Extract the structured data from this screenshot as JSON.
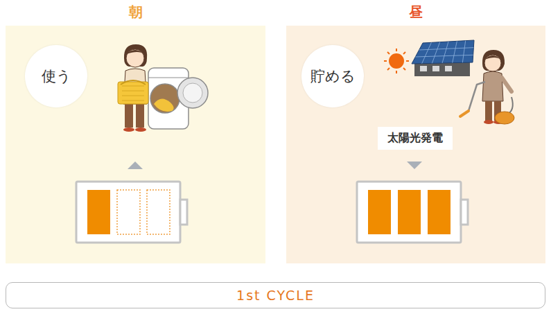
{
  "diagram": {
    "nodes": [
      {
        "text": [
          "朝"
        ]
      },
      {
        "text": [
          "使う"
        ],
        "in": 0
      },
      {
        "text": [
          "昼"
        ]
      },
      {
        "text": [
          "貯める"
        ],
        "in": 2
      },
      {
        "text": [
          "太陽光発電"
        ],
        "in": 2
      },
      {
        "text": [
          "1st CYCLE"
        ]
      }
    ]
  }
}
